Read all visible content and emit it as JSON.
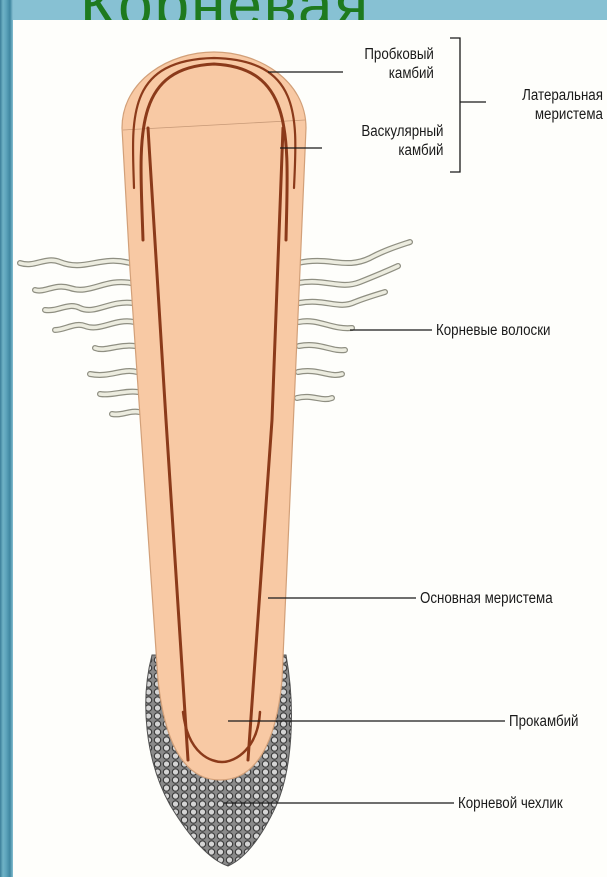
{
  "slide": {
    "title_fragment": "Корневая"
  },
  "diagram": {
    "labels": {
      "cork_cambium_line1": "Пробковый",
      "cork_cambium_line2": "камбий",
      "vascular_cambium_line1": "Васкулярный",
      "vascular_cambium_line2": "камбий",
      "lateral_meristem_line1": "Латеральная",
      "lateral_meristem_line2": "меристема",
      "root_hairs": "Корневые волоски",
      "ground_meristem": "Основная меристема",
      "procambium": "Прокамбий",
      "root_cap": "Корневой чехлик"
    },
    "colors": {
      "root_fill": "#f8c9a4",
      "cambium_stripe": "#8b3a1a",
      "root_cap": "#6e6e6e",
      "root_hair": "#cfcfc0",
      "title": "#1e7a1e"
    }
  }
}
